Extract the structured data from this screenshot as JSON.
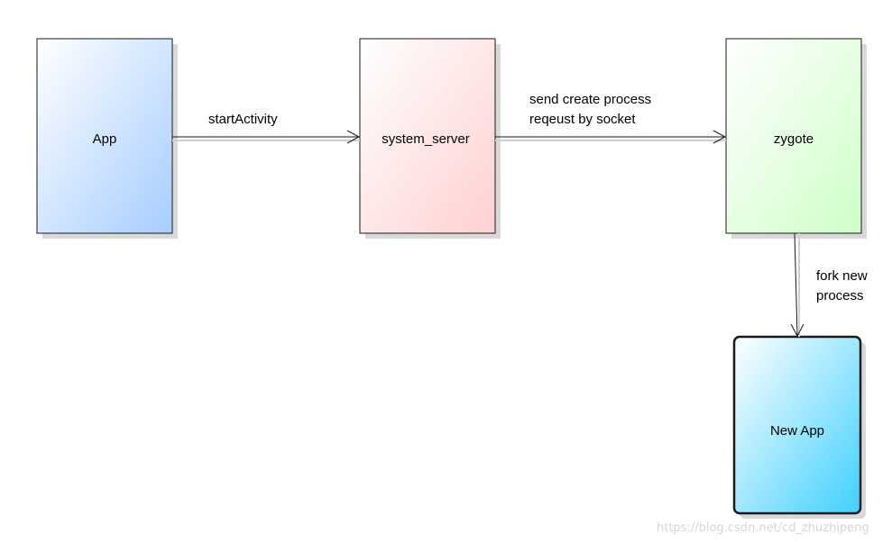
{
  "nodes": {
    "app": {
      "label": "App"
    },
    "system_server": {
      "label": "system_server"
    },
    "zygote": {
      "label": "zygote"
    },
    "new_app": {
      "label": "New App"
    }
  },
  "edges": {
    "start_activity": {
      "label": "startActivity"
    },
    "send_request": {
      "line1": "send create process",
      "line2": "reqeust by socket"
    },
    "fork": {
      "line1": "fork new",
      "line2": "process"
    }
  },
  "watermark": "https://blog.csdn.net/cd_zhuzhipeng",
  "colors": {
    "app_fill": "#a6cdff",
    "system_server_fill": "#ffd0d0",
    "zygote_fill": "#cfffc8",
    "new_app_fill": "#40d0ff",
    "border": "#1a1a1a",
    "arrow": "#1a1a1a"
  }
}
